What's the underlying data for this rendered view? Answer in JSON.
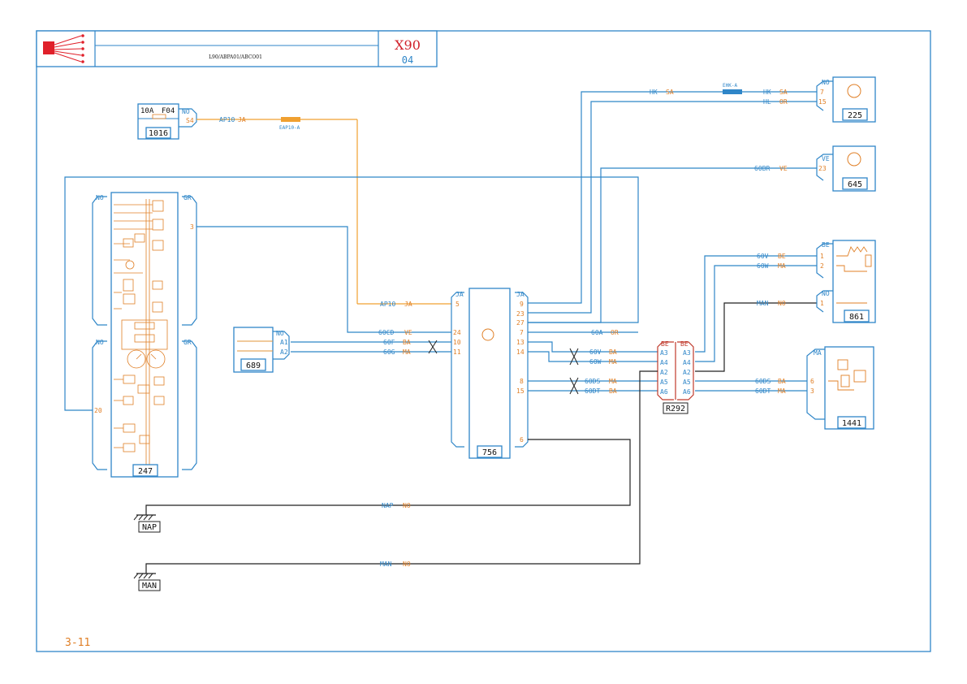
{
  "title_block": {
    "ref": "L90/ABPA01/ABCO01",
    "code": "X90",
    "sub": "04"
  },
  "page_ref": "3-11",
  "components": {
    "c1016": {
      "id": "1016",
      "fuse": "10A",
      "fuse_id": "F04",
      "color": "NO",
      "pin": "S4"
    },
    "c247": {
      "id": "247",
      "left_color_top": "NO",
      "right_color_top": "GR",
      "left_color_bot": "NO",
      "right_color_bot": "GR",
      "pin3": "3",
      "pin20": "20"
    },
    "c689": {
      "id": "689",
      "color": "NO",
      "pins": [
        "A1",
        "A2"
      ]
    },
    "c756": {
      "id": "756",
      "left_color": "JA",
      "right_color": "JA",
      "left_pins": [
        "5",
        "24",
        "10",
        "11"
      ],
      "right_pins": [
        "9",
        "23",
        "27",
        "7",
        "13",
        "14",
        "8",
        "15",
        "6"
      ]
    },
    "cR292": {
      "id": "R292",
      "left_color": "BE",
      "right_color": "BE",
      "pins_left": [
        "A3",
        "A4",
        "A2",
        "A5",
        "A6"
      ],
      "pins_right": [
        "A3",
        "A4",
        "A2",
        "A5",
        "A6"
      ]
    },
    "c225": {
      "id": "225",
      "color": "NO",
      "pins": [
        "7",
        "15"
      ]
    },
    "c645": {
      "id": "645",
      "color": "VE",
      "pin": "23"
    },
    "c861": {
      "id": "861",
      "color_top": "BE",
      "pins_top": [
        "1",
        "2"
      ],
      "color_bot": "NO",
      "pin_bot": "1"
    },
    "c1441": {
      "id": "1441",
      "color": "MA",
      "pins": [
        "6",
        "3"
      ]
    },
    "gnd_nap": {
      "id": "NAP"
    },
    "gnd_man": {
      "id": "MAN"
    }
  },
  "wires": [
    {
      "code": "AP10",
      "color": "JA"
    },
    {
      "code": "EAP10-A",
      "color": ""
    },
    {
      "code": "AP10",
      "color": "JA"
    },
    {
      "code": "60CD",
      "color": "VE"
    },
    {
      "code": "60F",
      "color": "BA"
    },
    {
      "code": "60G",
      "color": "MA"
    },
    {
      "code": "HK",
      "color": "SA"
    },
    {
      "code": "EHK-A",
      "color": ""
    },
    {
      "code": "HK",
      "color": "SA"
    },
    {
      "code": "HL",
      "color": "OR"
    },
    {
      "code": "60BR",
      "color": "VE"
    },
    {
      "code": "60A",
      "color": "OR"
    },
    {
      "code": "60V",
      "color": "BA"
    },
    {
      "code": "60W",
      "color": "MA"
    },
    {
      "code": "60DS",
      "color": "MA"
    },
    {
      "code": "60DT",
      "color": "BA"
    },
    {
      "code": "60V",
      "color": "BE"
    },
    {
      "code": "60W",
      "color": "MA"
    },
    {
      "code": "MAN",
      "color": "NO"
    },
    {
      "code": "60DS",
      "color": "BA"
    },
    {
      "code": "60DT",
      "color": "MA"
    },
    {
      "code": "NAP",
      "color": "NO"
    },
    {
      "code": "MAN",
      "color": "NO"
    }
  ],
  "colors": {
    "blue": "#2f86c8",
    "orange": "#e07f26",
    "yellow": "#f0a030",
    "red": "#c0392b",
    "black": "#222222"
  }
}
